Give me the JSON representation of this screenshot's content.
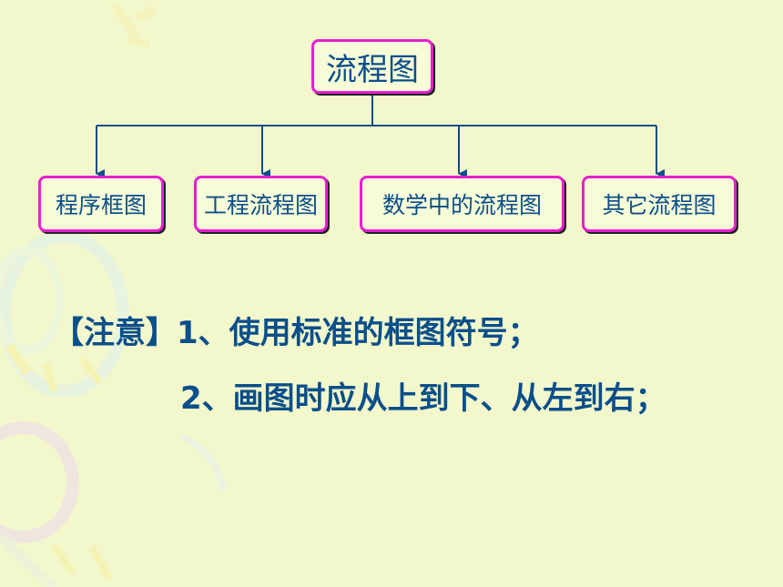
{
  "diagram": {
    "root": {
      "label": "流程图"
    },
    "children": [
      {
        "label": "程序框图"
      },
      {
        "label": "工程流程图"
      },
      {
        "label": "数学中的流程图"
      },
      {
        "label": "其它流程图"
      }
    ]
  },
  "notes": {
    "line1": "【注意】1、使用标准的框图符号；",
    "line2": "2、画图时应从上到下、从左到右；"
  },
  "colors": {
    "background": "#f2f8cc",
    "box_border": "#e61fcf",
    "text": "#0b4f8a",
    "connector": "#0b4f8a"
  }
}
